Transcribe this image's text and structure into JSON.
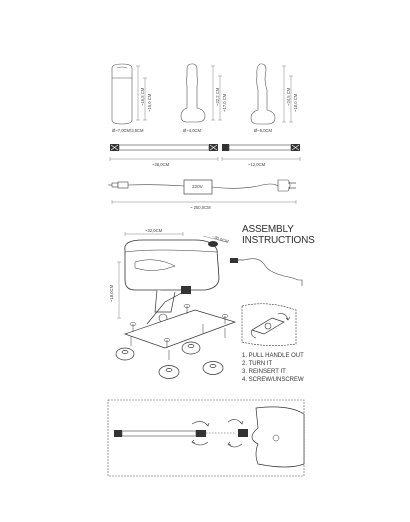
{
  "products": [
    {
      "height_label": "~16,5 CM",
      "length_label": "~15,0 CM",
      "diameter_label": "Ø~7,0CM/3,5CM"
    },
    {
      "height_label": "~22,2 CM",
      "length_label": "~17,0 CM",
      "diameter_label": "Ø~4,0CM"
    },
    {
      "height_label": "~24,5 CM",
      "length_label": "~18,0 CM",
      "diameter_label": "Ø~5,0CM"
    }
  ],
  "rods": [
    {
      "length_label": "~28,0CM"
    },
    {
      "length_label": "~12,0CM"
    }
  ],
  "power_supply": {
    "label": "220V",
    "cable_length_label": "~ 250,0CM"
  },
  "machine": {
    "width_label": "~32,0CM",
    "depth_label": "~30,0CM",
    "height_label": "~18,0CM"
  },
  "assembly": {
    "title_line1": "ASSEMBLY",
    "title_line2": "INSTRUCTIONS",
    "steps": [
      "1. PULL HANDLE OUT",
      "2. TURN IT",
      "3. REINSERT IT",
      "4. SCREW/UNSCREW"
    ]
  }
}
